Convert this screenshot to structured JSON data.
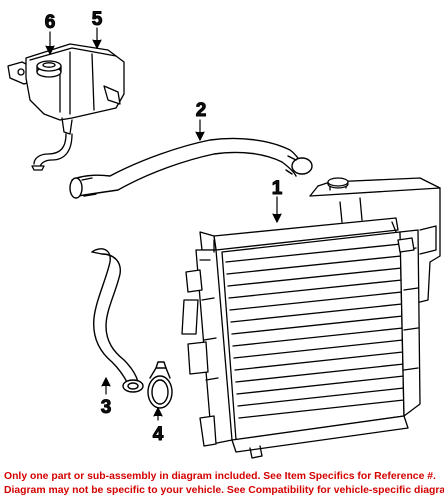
{
  "diagram": {
    "callouts": [
      {
        "id": "1",
        "label": "1"
      },
      {
        "id": "2",
        "label": "2"
      },
      {
        "id": "3",
        "label": "3"
      },
      {
        "id": "4",
        "label": "4"
      },
      {
        "id": "5",
        "label": "5"
      },
      {
        "id": "6",
        "label": "6"
      }
    ]
  },
  "footer": {
    "line1": "Only one part or sub-assembly in diagram included. See Item Specifics for Reference #.",
    "line2": "Diagram may not be specific to your vehicle. See Compatibility for vehicle-specific diagram.",
    "color": "#d40000"
  }
}
